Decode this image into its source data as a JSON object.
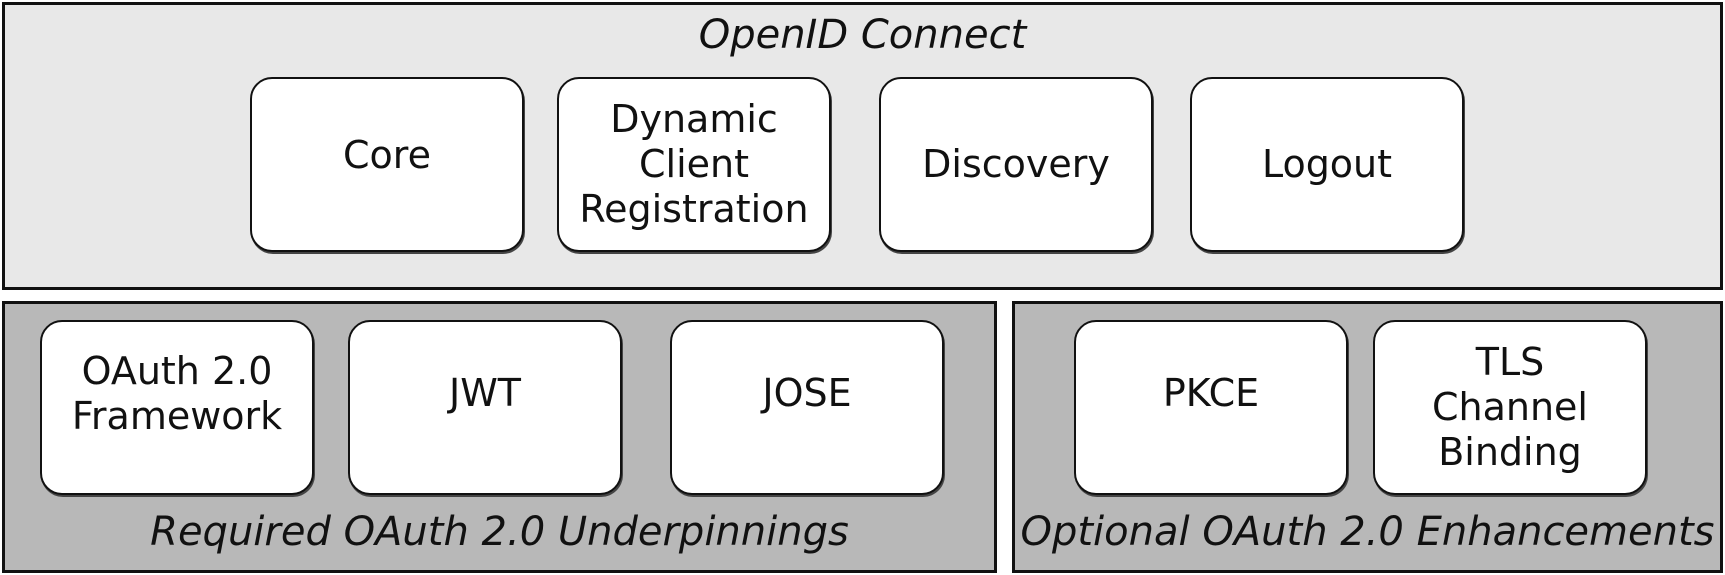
{
  "openid_connect": {
    "title": "OpenID Connect",
    "components": [
      "Core",
      "Dynamic\nClient\nRegistration",
      "Discovery",
      "Logout"
    ]
  },
  "required_underpinnings": {
    "title": "Required OAuth 2.0 Underpinnings",
    "components": [
      "OAuth 2.0\nFramework",
      "JWT",
      "JOSE"
    ]
  },
  "optional_enhancements": {
    "title": "Optional OAuth 2.0 Enhancements",
    "components": [
      "PKCE",
      "TLS\nChannel\nBinding"
    ]
  }
}
